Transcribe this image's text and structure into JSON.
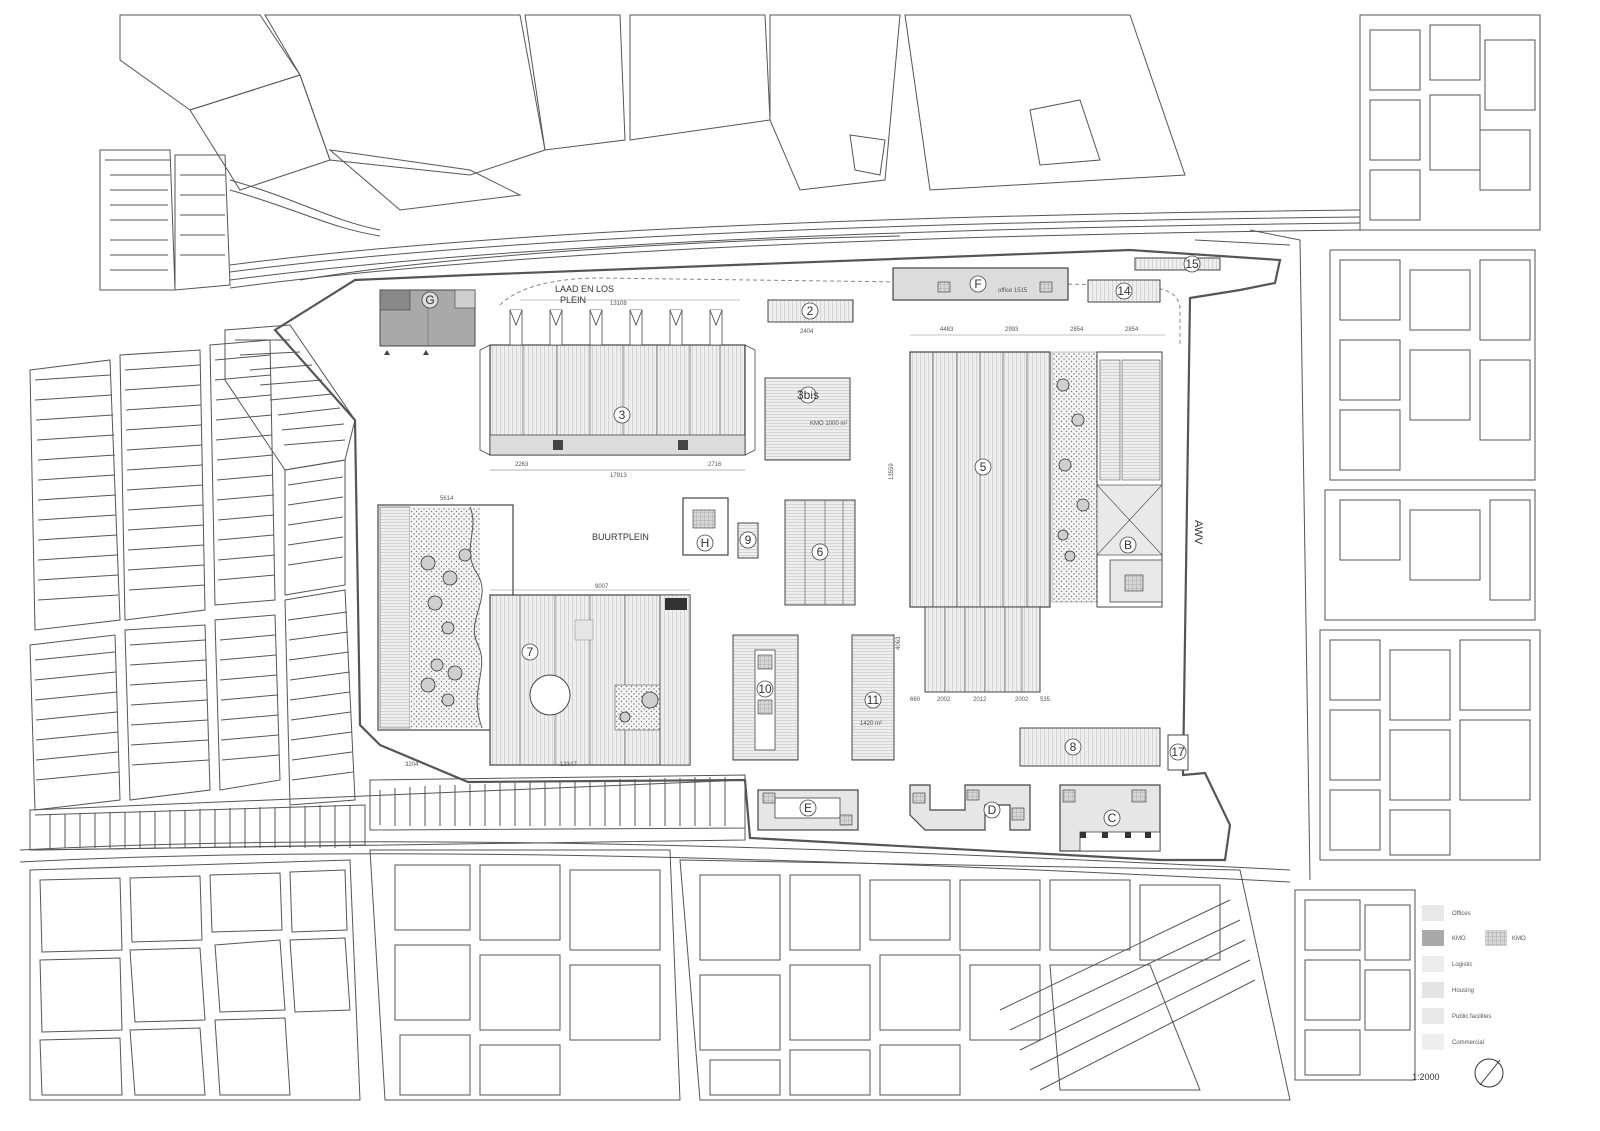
{
  "map": {
    "labels": {
      "laad_line1": "LAAD EN LOS",
      "laad_line2": "PLEIN",
      "buurtplein": "BUURTPLEIN",
      "awv": "AWV"
    },
    "buildings": {
      "n2": "2",
      "n3": "3",
      "n3bis": "3bis",
      "n5": "5",
      "n6": "6",
      "n7": "7",
      "n8": "8",
      "n9": "9",
      "n10": "10",
      "n11": "11",
      "n14": "14",
      "n15": "15",
      "n17": "17",
      "lB": "B",
      "lC": "C",
      "lD": "D",
      "lE": "E",
      "lF": "F",
      "lG": "G",
      "lH": "H"
    },
    "dimensions": {
      "d13108": "13108",
      "d2404": "2404",
      "d4483": "4483",
      "d2993": "2993",
      "d2854a": "2854",
      "d2854b": "2854",
      "d17913": "17913",
      "d2263": "2263",
      "d2716": "2716",
      "d5614": "5614",
      "d9007": "9007",
      "d13347": "13347",
      "d3204": "3204",
      "d2002a": "2002",
      "d2002b": "2002",
      "d535": "535",
      "d660": "660",
      "d13559": "13559",
      "d4063": "4063",
      "d2012": "2012",
      "kmo3": "KMO 1000 m²",
      "kmo11": "1420 m²",
      "office_f": "office 1515"
    },
    "scale": "1:2000"
  },
  "legend": {
    "items": [
      {
        "label": "Offices",
        "color": "#e8e8e8"
      },
      {
        "label": "KMO",
        "color": "#a9a9a9",
        "hatched_label": "KMO"
      },
      {
        "label": "Logistic",
        "color": "#ededed"
      },
      {
        "label": "Housing",
        "color": "#e4e4e4"
      },
      {
        "label": "Public facilities",
        "color": "#e9e9e9"
      },
      {
        "label": "Commercial",
        "color": "#eeeeee"
      }
    ]
  },
  "colors": {
    "line": "#444444",
    "thin_line": "#666666",
    "kmo_gray": "#a9a9a9",
    "light_fill": "#e6e6e6"
  }
}
